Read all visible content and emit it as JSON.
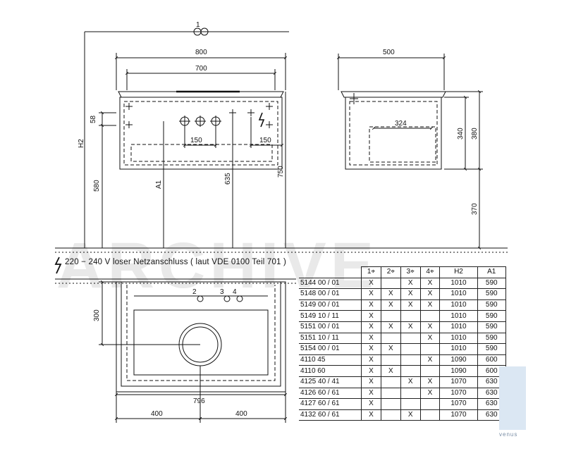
{
  "callouts": {
    "c1": "1",
    "c2": "2",
    "c3": "3",
    "c4": "4"
  },
  "dimensions": {
    "width_total": "800",
    "width_inner": "700",
    "depth": "500",
    "inner_depth": "324",
    "h_58": "58",
    "spacing_a": "150",
    "spacing_b": "150",
    "h2": "H2",
    "a1": "A1",
    "h_580": "580",
    "h_635": "635",
    "h_750": "750",
    "h_340": "340",
    "h_380": "380",
    "h_370": "370",
    "h_300": "300",
    "basin_width": "796",
    "half_left": "400",
    "half_right": "400"
  },
  "note": {
    "text": "220 − 240 V loser Netzanschluss ( laut VDE 0100 Teil 701 )"
  },
  "table": {
    "header": [
      "1",
      "2",
      "3",
      "4",
      "H2",
      "A1"
    ],
    "rows": [
      {
        "art": "5144 00 / 01",
        "c1": "X",
        "c2": "",
        "c3": "X",
        "c4": "X",
        "h2": "1010",
        "a1": "590"
      },
      {
        "art": "5148 00 / 01",
        "c1": "X",
        "c2": "X",
        "c3": "X",
        "c4": "X",
        "h2": "1010",
        "a1": "590"
      },
      {
        "art": "5149 00 / 01",
        "c1": "X",
        "c2": "X",
        "c3": "X",
        "c4": "X",
        "h2": "1010",
        "a1": "590"
      },
      {
        "art": "5149 10 / 11",
        "c1": "X",
        "c2": "",
        "c3": "",
        "c4": "",
        "h2": "1010",
        "a1": "590"
      },
      {
        "art": "5151 00 / 01",
        "c1": "X",
        "c2": "X",
        "c3": "X",
        "c4": "X",
        "h2": "1010",
        "a1": "590"
      },
      {
        "art": "5151 10 / 11",
        "c1": "X",
        "c2": "",
        "c3": "",
        "c4": "X",
        "h2": "1010",
        "a1": "590"
      },
      {
        "art": "5154 00 / 01",
        "c1": "X",
        "c2": "X",
        "c3": "",
        "c4": "",
        "h2": "1010",
        "a1": "590"
      },
      {
        "art": "4110 45",
        "c1": "X",
        "c2": "",
        "c3": "",
        "c4": "X",
        "h2": "1090",
        "a1": "600"
      },
      {
        "art": "4110 60",
        "c1": "X",
        "c2": "X",
        "c3": "",
        "c4": "",
        "h2": "1090",
        "a1": "600"
      },
      {
        "art": "4125 40 / 41",
        "c1": "X",
        "c2": "",
        "c3": "X",
        "c4": "X",
        "h2": "1070",
        "a1": "630"
      },
      {
        "art": "4126 60 / 61",
        "c1": "X",
        "c2": "",
        "c3": "",
        "c4": "X",
        "h2": "1070",
        "a1": "630"
      },
      {
        "art": "4127 60 / 61",
        "c1": "X",
        "c2": "",
        "c3": "",
        "c4": "",
        "h2": "1070",
        "a1": "630"
      },
      {
        "art": "4132 60 / 61",
        "c1": "X",
        "c2": "",
        "c3": "X",
        "c4": "",
        "h2": "1070",
        "a1": "630"
      }
    ]
  },
  "watermark": "ARCHIVE",
  "logo_text": "venus"
}
